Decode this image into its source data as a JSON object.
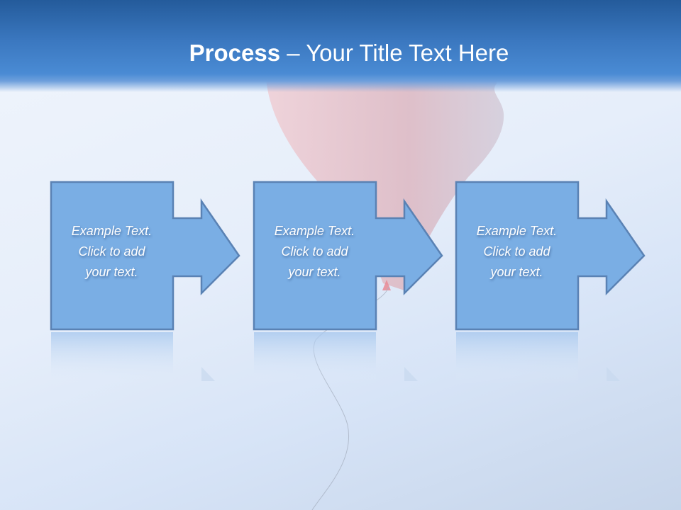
{
  "slide": {
    "title": {
      "bold": "Process",
      "regular": " – Your Title Text Here"
    },
    "colors": {
      "header_top": "#245b9b",
      "header_bottom": "#4a8bd4",
      "shape_fill": "#7aaee4",
      "shape_stroke": "#5a82b4",
      "text": "#ffffff"
    },
    "steps": [
      {
        "line1": "Example Text.",
        "line2": "Click  to add",
        "line3": "your text."
      },
      {
        "line1": "Example Text.",
        "line2": "Click  to add",
        "line3": "your text."
      },
      {
        "line1": "Example Text.",
        "line2": "Click  to add",
        "line3": "your text."
      }
    ]
  }
}
